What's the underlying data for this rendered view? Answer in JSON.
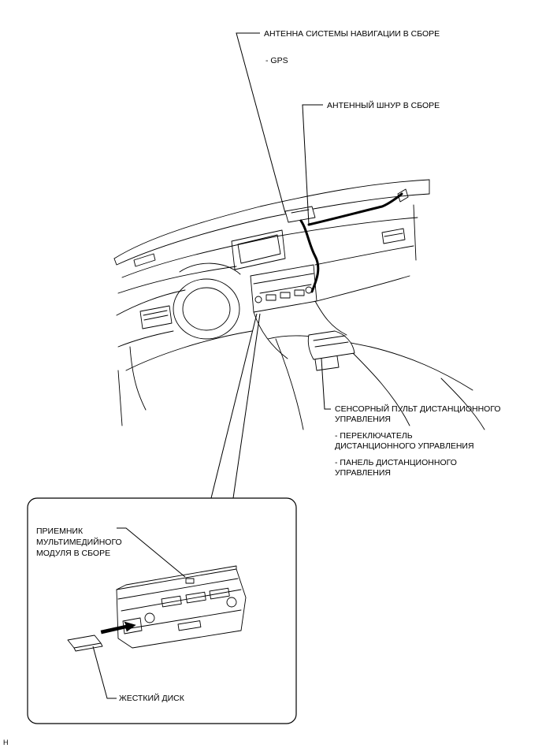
{
  "labels": {
    "gps_antenna": "АНТЕННА СИСТЕМЫ НАВИГАЦИИ В СБОРЕ",
    "gps_sub": "- GPS",
    "antenna_cord": "АНТЕННЫЙ ШНУР В СБОРЕ",
    "remote_touch_line1": "СЕНСОРНЫЙ ПУЛЬТ ДИСТАНЦИОННОГО",
    "remote_touch_line2": "УПРАВЛЕНИЯ",
    "remote_switch_line1": "- ПЕРЕКЛЮЧАТЕЛЬ",
    "remote_switch_line2": "ДИСТАНЦИОННОГО УПРАВЛЕНИЯ",
    "remote_panel_line1": "- ПАНЕЛЬ ДИСТАНЦИОННОГО",
    "remote_panel_line2": "УПРАВЛЕНИЯ",
    "receiver_line1": "ПРИЕМНИК",
    "receiver_line2": "МУЛЬТИМЕДИЙНОГО",
    "receiver_line3": "МОДУЛЯ В СБОРЕ",
    "hdd": "ЖЕСТКИЙ ДИСК",
    "corner_mark": "H"
  }
}
